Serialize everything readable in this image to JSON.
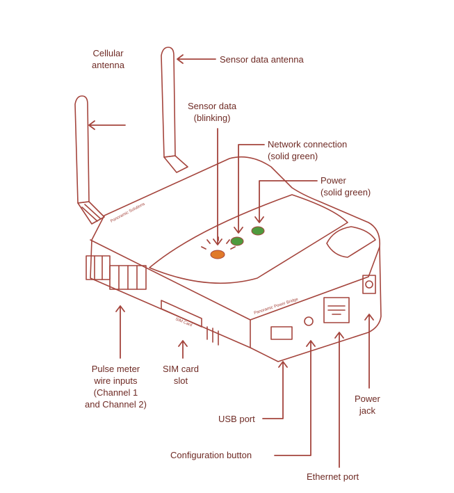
{
  "labels": {
    "cellular_antenna": [
      "Cellular",
      "antenna"
    ],
    "sensor_data_antenna": "Sensor data antenna",
    "sensor_data_led": [
      "Sensor data",
      "(blinking)"
    ],
    "network_led": [
      "Network connection",
      "(solid green)"
    ],
    "power_led": [
      "Power",
      "(solid green)"
    ],
    "pulse_inputs": [
      "Pulse meter",
      "wire inputs",
      "(Channel 1",
      "and Channel 2)"
    ],
    "sim_slot": [
      "SIM card",
      "slot"
    ],
    "usb_port": "USB port",
    "config_button": "Configuration button",
    "ethernet_port": "Ethernet port",
    "power_jack": [
      "Power",
      "jack"
    ]
  },
  "device_text": {
    "brand": "Panoramic Solutions",
    "model": "Panoramic Power Bridge",
    "sim": "SIM Card"
  },
  "colors": {
    "line": "#a4443c",
    "text": "#6e2a24",
    "led_orange": "#e07a2a",
    "led_green": "#4f9a3e"
  }
}
